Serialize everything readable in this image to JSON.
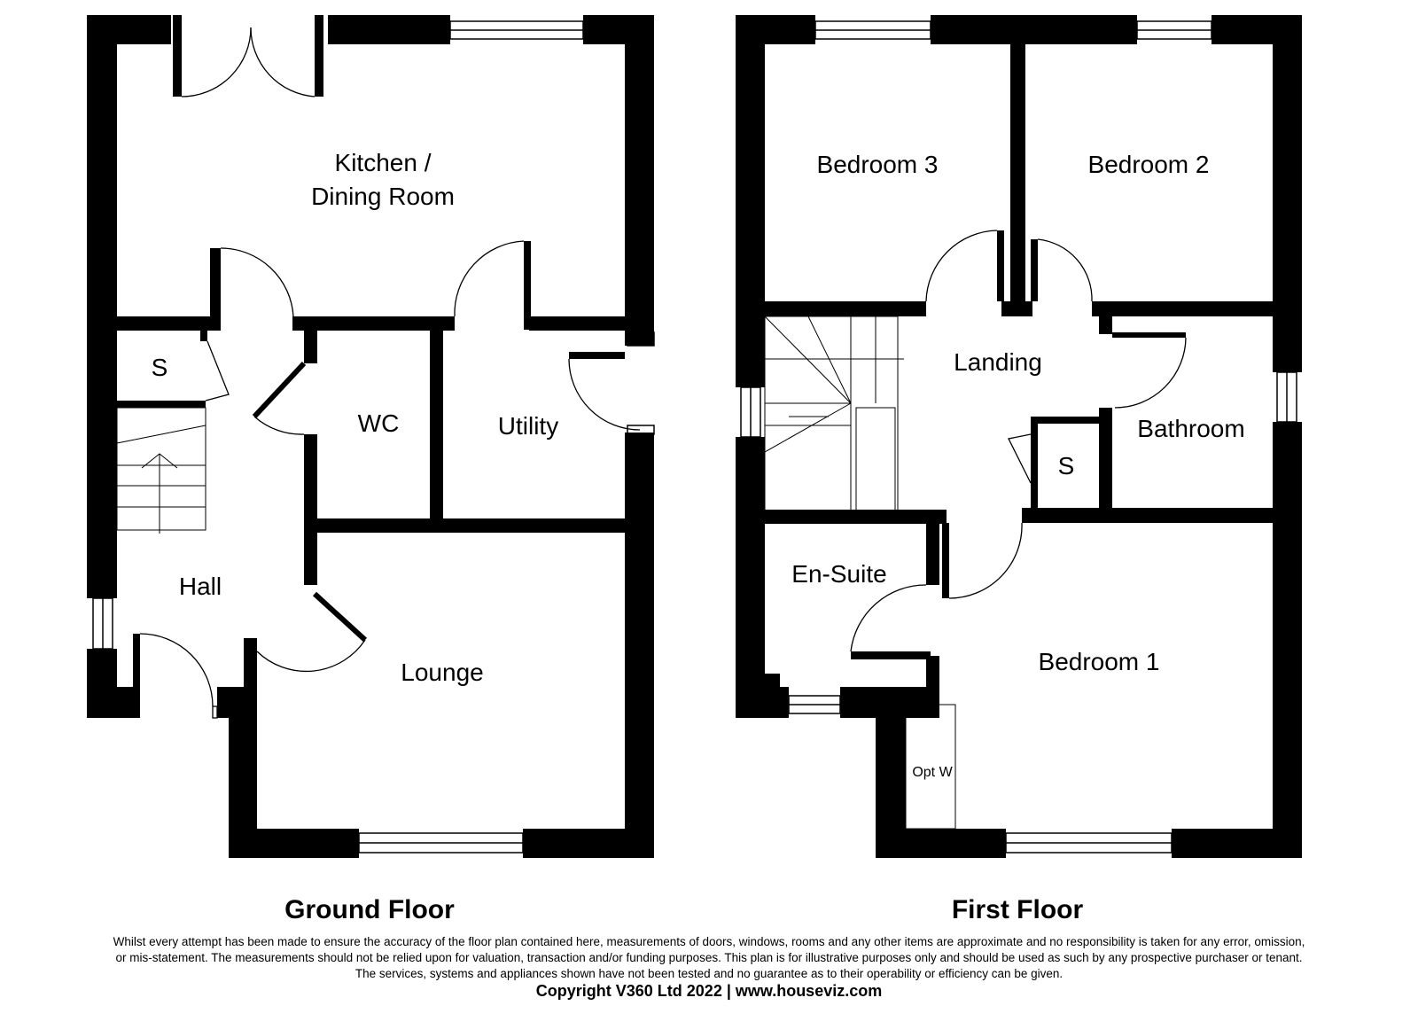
{
  "ground_floor": {
    "title": "Ground Floor",
    "rooms": {
      "kitchen_line1": "Kitchen /",
      "kitchen_line2": "Dining Room",
      "store": "S",
      "wc": "WC",
      "utility": "Utility",
      "hall": "Hall",
      "lounge": "Lounge"
    }
  },
  "first_floor": {
    "title": "First Floor",
    "rooms": {
      "bedroom3": "Bedroom 3",
      "bedroom2": "Bedroom 2",
      "landing": "Landing",
      "bathroom": "Bathroom",
      "store": "S",
      "en_suite": "En-Suite",
      "bedroom1": "Bedroom 1",
      "wardrobe": "Opt W"
    }
  },
  "footer": {
    "disclaimer_line1": "Whilst every attempt has been made to ensure the accuracy of the floor plan contained here, measurements of doors, windows, rooms and any other items are approximate and no responsibility is taken for any error, omission,",
    "disclaimer_line2": "or mis-statement. The measurements should not be relied upon for valuation, transaction and/or funding purposes. This plan is for illustrative purposes only and should be used as such by any prospective purchaser or tenant.",
    "disclaimer_line3": "The services, systems and appliances shown have not been tested and no guarantee as to their operability or efficiency can be given.",
    "copyright": "Copyright V360 Ltd 2022 | www.houseviz.com"
  }
}
